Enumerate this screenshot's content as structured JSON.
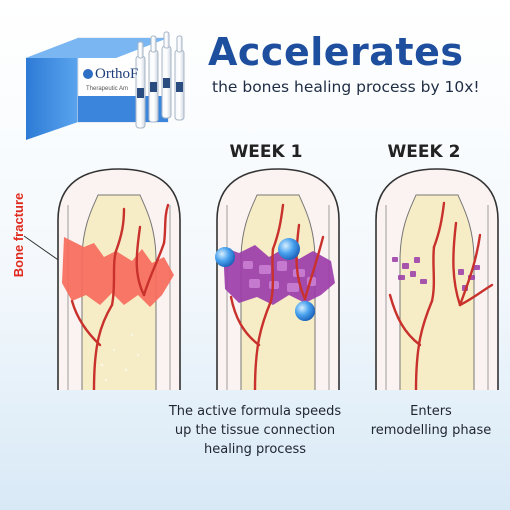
{
  "product": {
    "brand": "OrthoF",
    "subtitle": "Therapeutic Am"
  },
  "headline": "Accelerates",
  "subheadline": "the bones healing process by 10x!",
  "side_label": "Bone fracture",
  "stages": [
    {
      "label": "",
      "caption": []
    },
    {
      "label": "WEEK 1",
      "caption": [
        "The active formula speeds",
        "up the tissue connection",
        "healing process"
      ]
    },
    {
      "label": "WEEK 2",
      "caption": [
        "Enters",
        "remodelling phase"
      ]
    }
  ],
  "colors": {
    "headline": "#1e4f9e",
    "fracture_label": "#e02a1e",
    "tissue": "#f76b5c",
    "week1_tissue": "#9a3aa8",
    "vessel": "#c8312c",
    "bone": "#f6ecc6",
    "sphere": "#2f8fe0"
  }
}
